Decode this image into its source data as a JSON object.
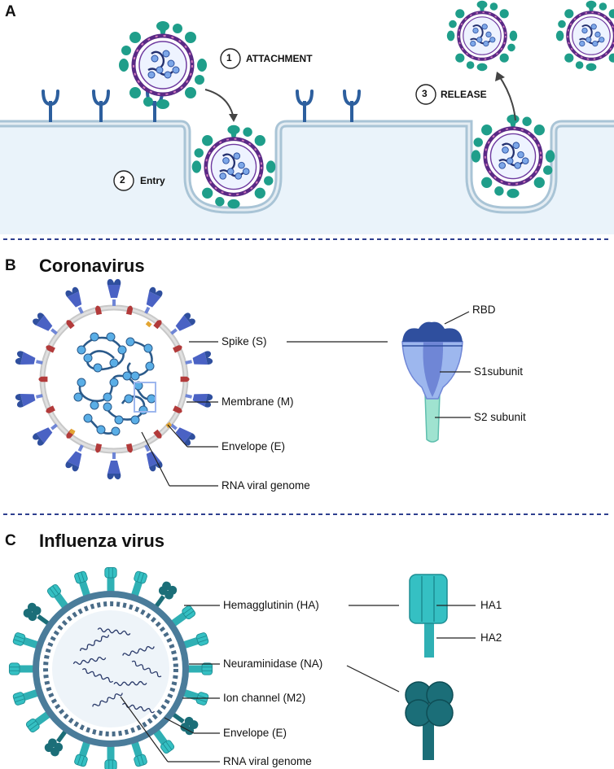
{
  "panels": {
    "a": {
      "letter": "A"
    },
    "b": {
      "letter": "B",
      "title": "Coronavirus"
    },
    "c": {
      "letter": "C",
      "title": "Influenza virus"
    }
  },
  "steps": [
    {
      "number": "1",
      "label": "ATTACHMENT"
    },
    {
      "number": "2",
      "label": "Entry"
    },
    {
      "number": "3",
      "label": "RELEASE"
    }
  ],
  "coronavirus": {
    "labels": {
      "spike": "Spike (S)",
      "membrane": "Membrane (M)",
      "envelope": "Envelope (E)",
      "rna": "RNA viral genome"
    },
    "spike_detail": {
      "rbd": "RBD",
      "s1": "S1subunit",
      "s2": "S2 subunit"
    }
  },
  "influenza": {
    "labels": {
      "ha": "Hemagglutinin (HA)",
      "na": "Neuraminidase (NA)",
      "m2": "Ion channel (M2)",
      "envelope": "Envelope (E)",
      "rna": "RNA viral genome"
    },
    "ha_detail": {
      "ha1": "HA1",
      "ha2": "HA2"
    }
  },
  "colors": {
    "cell_fill": "#eaf3fa",
    "membrane": "#a9c4d6",
    "receptor": "#2d5f9e",
    "divider": "#2e3f8f",
    "spike_dark": "#2f4f9e",
    "spike_mid": "#6f86d6",
    "spike_light": "#9db7ee",
    "s2": "#9fe3d0",
    "genome_dot": "#5aaee6",
    "genome_line": "#2b5a8a",
    "m_protein": "#b23a3a",
    "flu_teal": "#2fb0b4",
    "flu_dark": "#1b6e78",
    "flu_envelope": "#4a7c9a",
    "sars_green": "#1f9e8a",
    "sars_purple": "#5a2a86"
  }
}
